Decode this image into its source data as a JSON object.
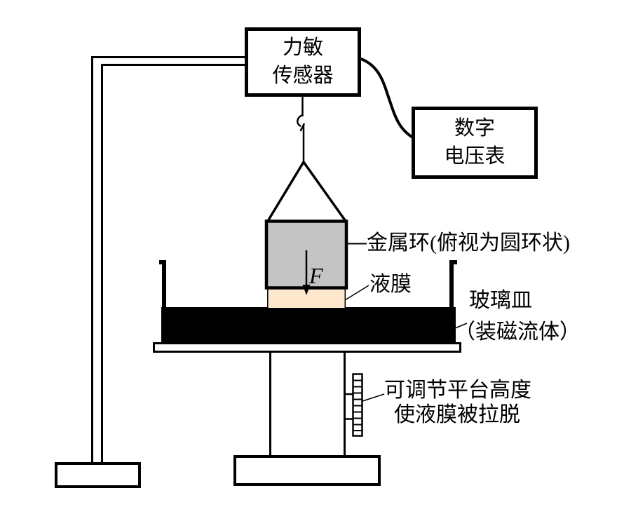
{
  "diagram": {
    "boxes": {
      "force_sensor": {
        "line1": "力敏",
        "line2": "传感器"
      },
      "voltmeter": {
        "line1": "数字",
        "line2": "电压表"
      }
    },
    "labels": {
      "metal_ring": "金属环(俯视为圆环状)",
      "liquid_film": "液膜",
      "glass_dish_line1": "玻璃皿",
      "glass_dish_line2": "（装磁流体）",
      "platform_adjust_line1": "可调节平台高度",
      "platform_adjust_line2": "使液膜被拉脱",
      "force_symbol": "F"
    },
    "colors": {
      "metal_ring_fill": "#c4c4c4",
      "liquid_film_fill": "#fde7cd",
      "magnetic_fluid_fill": "#000000",
      "line_color": "#000000",
      "background": "#ffffff"
    }
  }
}
